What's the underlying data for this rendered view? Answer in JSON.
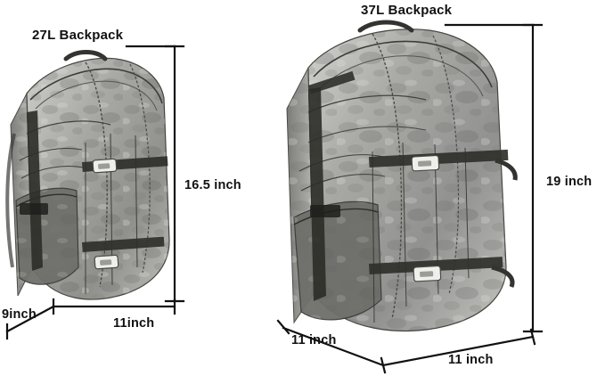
{
  "diagram": {
    "background_color": "#ffffff",
    "line_color": "#1a1a1a",
    "text_color": "#111111",
    "products": [
      {
        "id": "backpack-27l",
        "title": "27L Backpack",
        "dimensions": {
          "height": "16.5 inch",
          "depth": "9inch",
          "width": "11inch"
        }
      },
      {
        "id": "backpack-37l",
        "title": "37L Backpack",
        "dimensions": {
          "height": "19 inch",
          "depth": "11 inch",
          "width": "11 inch"
        }
      }
    ]
  }
}
